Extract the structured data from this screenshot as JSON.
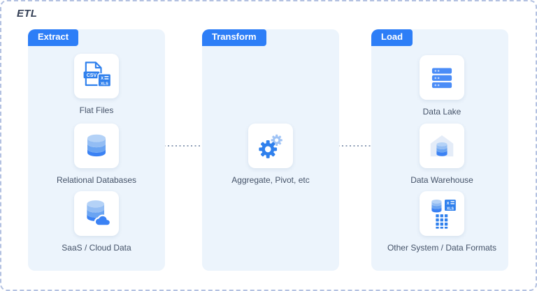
{
  "title": "ETL",
  "colors": {
    "accent": "#2d7ef7",
    "panel_background": "#ecf4fc",
    "outer_border": "#b3c1e1",
    "connector": "#8c9cb5",
    "arrow": "#5f6e85",
    "label_text": "#445268",
    "icon_blue": "#2f80ed",
    "icon_light_blue": "#9fc3f5"
  },
  "sections": [
    {
      "label": "Extract",
      "nodes": [
        {
          "label": "Flat Files",
          "icon": "flat-files-icon"
        },
        {
          "label": "Relational Databases",
          "icon": "database-icon"
        },
        {
          "label": "SaaS / Cloud Data",
          "icon": "cloud-database-icon"
        }
      ]
    },
    {
      "label": "Transform",
      "nodes": [
        {
          "label": "Aggregate, Pivot, etc",
          "icon": "gears-icon"
        }
      ]
    },
    {
      "label": "Load",
      "nodes": [
        {
          "label": "Data Lake",
          "icon": "server-stack-icon"
        },
        {
          "label": "Data Warehouse",
          "icon": "warehouse-database-icon"
        },
        {
          "label": "Other System / Data Formats",
          "icon": "mixed-formats-icon"
        }
      ]
    }
  ],
  "flow": {
    "connections": [
      "Flat Files -> Transform",
      "Relational Databases -> Transform",
      "SaaS / Cloud Data -> Transform",
      "Transform -> Data Warehouse"
    ]
  }
}
